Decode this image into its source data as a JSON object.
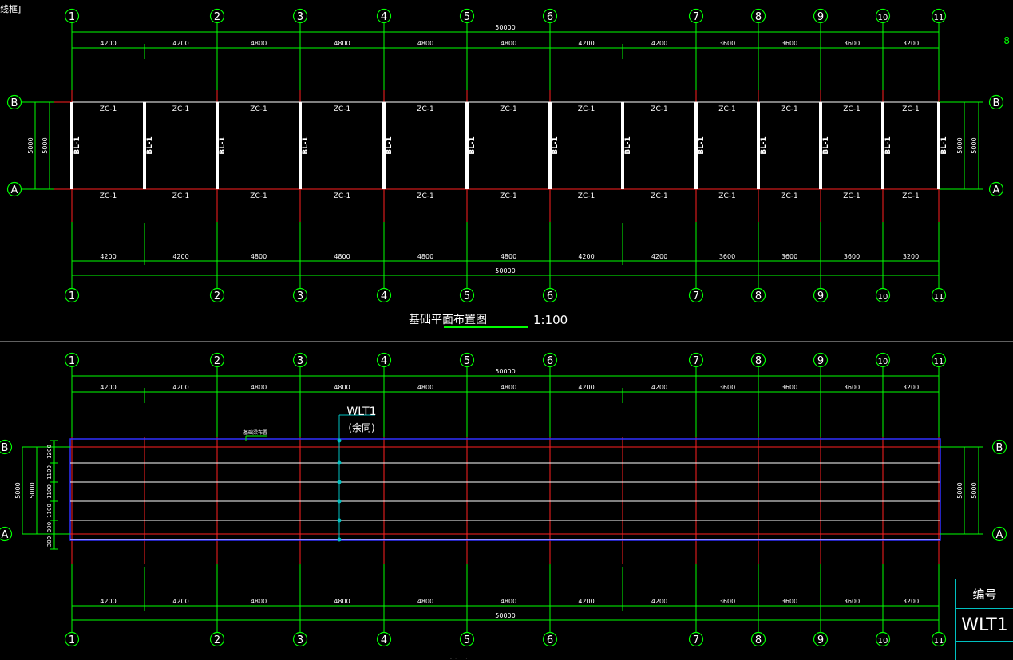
{
  "viewport_label": "线框]",
  "axes": {
    "numeric": [
      "1",
      "2",
      "3",
      "4",
      "5",
      "6",
      "7",
      "8",
      "9",
      "10",
      "11"
    ],
    "letter": [
      "B",
      "A"
    ]
  },
  "spans": [
    "4200",
    "4200",
    "4800",
    "4800",
    "4800",
    "4800",
    "4200",
    "4200",
    "3600",
    "3600",
    "3600",
    "3200"
  ],
  "total_length": "50000",
  "bay_depth": "5000",
  "foundation_plan": {
    "title": "基础平面布置图",
    "scale": "1:100",
    "column_label": "ZC-1",
    "beam_label": "BL-1"
  },
  "roof_plan": {
    "tag": "WLT1",
    "tag_note": "(余同)",
    "small_note": "基础梁布置",
    "sub_dims": [
      "1200",
      "1100",
      "1100",
      "1100",
      "800",
      "300"
    ]
  },
  "legend_table": {
    "header": "编号",
    "value": "WLT1"
  },
  "corner_note": "8",
  "colors": {
    "background": "#000000",
    "grid": "#00ff00",
    "axis_red": "#ff2020",
    "purlin": "#ffffff",
    "edge_blue": "#3030ff",
    "table": "#00c0c0"
  }
}
